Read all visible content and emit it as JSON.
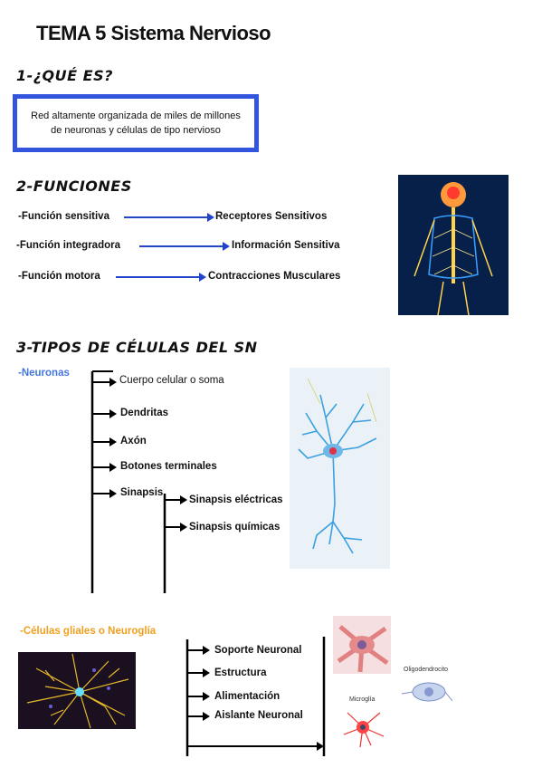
{
  "title": "TEMA 5 Sistema Nervioso",
  "sections": {
    "s1": {
      "heading": "1-¿QUÉ ES?",
      "box_text": "Red altamente organizada de miles de millones de neuronas y células de tipo nervioso"
    },
    "s2": {
      "heading": "2-FUNCIONES",
      "rows": [
        {
          "left": "-Función sensitiva",
          "right": "Receptores Sensitivos"
        },
        {
          "left": "-Función integradora",
          "right": "Información Sensitiva"
        },
        {
          "left": "-Función motora",
          "right": "Contracciones Musculares"
        }
      ]
    },
    "s3": {
      "heading": "3-TIPOS DE CÉLULAS DEL SN",
      "neuronas": {
        "label": "-Neuronas",
        "items": [
          "Cuerpo celular o soma",
          "Dendritas",
          "Axón",
          "Botones terminales",
          "Sinapsis"
        ],
        "sinapsis": [
          "Sinapsis eléctricas",
          "Sinapsis químicas"
        ]
      },
      "glia": {
        "label": "-Células gliales o Neuroglía",
        "items": [
          "Soporte Neuronal",
          "Estructura",
          "Alimentación",
          "Aislante Neuronal"
        ],
        "img_labels": {
          "oligo": "Oligodendrocito",
          "micro": "Microglía"
        }
      }
    }
  },
  "colors": {
    "box_border": "#3355dd",
    "arrow": "#2244cc",
    "neuronas_label": "#4477dd",
    "glia_label": "#f0a020"
  }
}
